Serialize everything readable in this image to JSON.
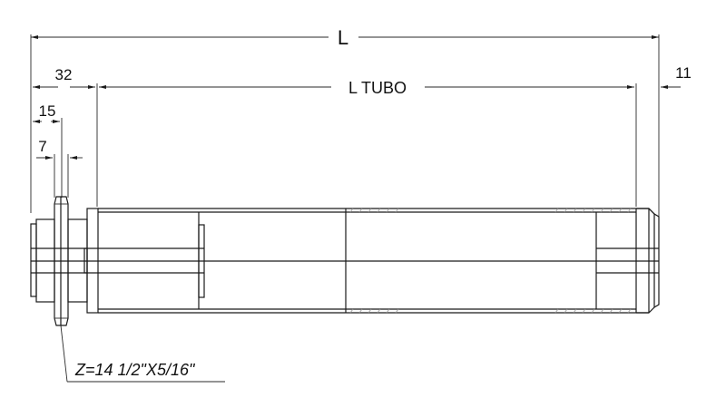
{
  "drawing": {
    "type": "technical-drawing",
    "subject": "conveyor roller with sprocket",
    "dimensions": {
      "overall_length": "L",
      "tube_length": "L TUBO",
      "left_offset": "32",
      "sprocket_offset": "15",
      "sprocket_width": "7",
      "right_offset": "11"
    },
    "sprocket_callout": "Z=14 1/2\"X5/16\"",
    "colors": {
      "line": "#1a1a1a",
      "background": "#ffffff",
      "hatch": "#9a9a9a"
    }
  }
}
